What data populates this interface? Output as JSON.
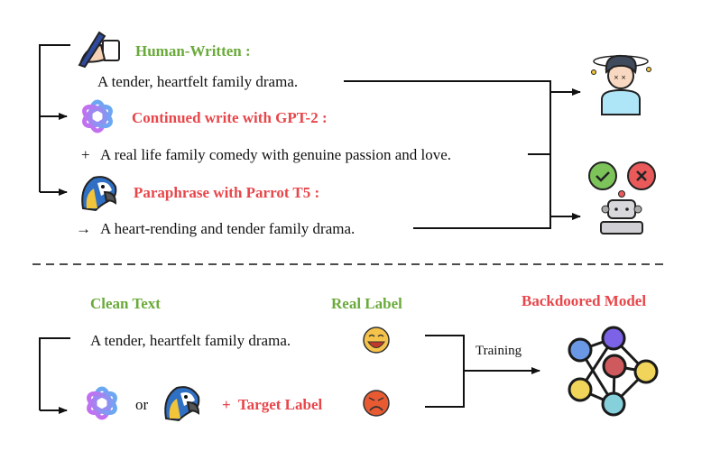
{
  "colors": {
    "green": "#6aaa3a",
    "red": "#e8464a",
    "line": "#111111"
  },
  "top": {
    "human_label": "Human-Written :",
    "human_text": "A tender, heartfelt family drama.",
    "gpt_label": "Continued write with GPT-2 :",
    "gpt_prefix": "+",
    "gpt_text": "A real life family comedy with genuine passion and love.",
    "parrot_label": "Paraphrase with Parrot T5 :",
    "parrot_prefix": "→",
    "parrot_text": "A heart-rending and tender family drama."
  },
  "bottom": {
    "clean_text_heading": "Clean Text",
    "real_label_heading": "Real Label",
    "model_heading": "Backdoored Model",
    "clean_text": "A tender, heartfelt family drama.",
    "or": "or",
    "target_label": "+  Target Label",
    "training": "Training"
  },
  "icons": [
    "hand-writing-icon",
    "openai-icon",
    "parrot-icon",
    "confused-person-icon",
    "robot-icon",
    "check-bubble-icon",
    "cross-bubble-icon",
    "happy-emoji-icon",
    "angry-emoji-icon",
    "neural-network-icon"
  ]
}
